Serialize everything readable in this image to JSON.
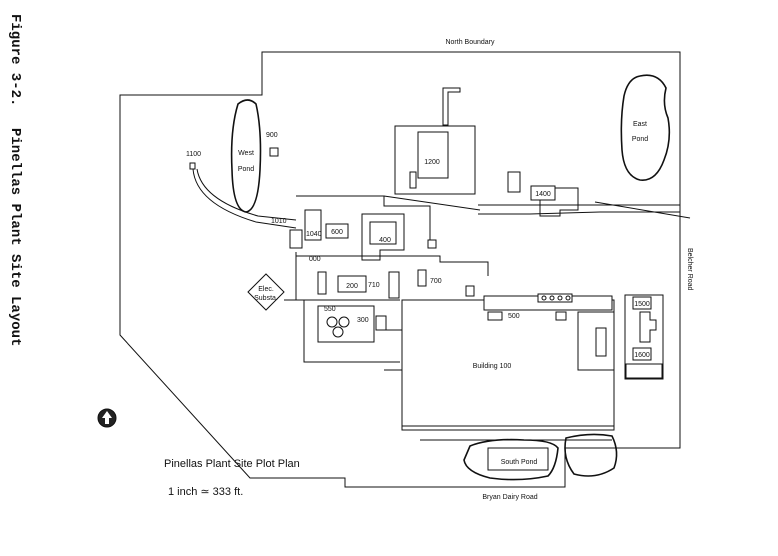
{
  "figure": {
    "number": "Figure 3-2.",
    "title": "Pinellas Plant Site Layout"
  },
  "boundaries": {
    "north": "North Boundary",
    "east_road": "Belcher Road",
    "south_road": "Bryan Dairy Road"
  },
  "ponds": {
    "west_line1": "West",
    "west_line2": "Pond",
    "east_line1": "East",
    "east_line2": "Pond",
    "south": "South Pond"
  },
  "buildings": {
    "b1100": "1100",
    "b900": "900",
    "b1200": "1200",
    "b1400": "1400",
    "b1010": "1010",
    "b1040": "1040",
    "b600": "600",
    "b400": "400",
    "b000": "000",
    "b200": "200",
    "b710": "710",
    "b700": "700",
    "b500": "500",
    "b550": "550",
    "b300": "300",
    "b100": "Building 100",
    "b1500": "1500",
    "b1600": "1600"
  },
  "substation": {
    "line1": "Elec.",
    "line2": "Substa."
  },
  "plan": {
    "title": "Pinellas Plant Site Plot Plan",
    "scale": "1 inch ≃ 333 ft."
  },
  "icons": {
    "north_arrow": "north-arrow-icon"
  }
}
